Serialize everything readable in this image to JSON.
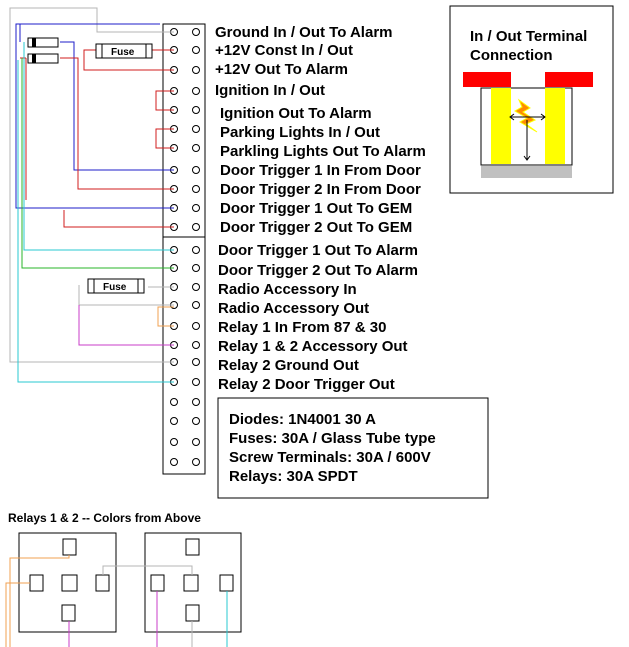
{
  "terminal_labels": [
    "Ground In / Out To Alarm",
    "+12V Const In / Out",
    "+12V Out To Alarm",
    "Ignition In / Out",
    "Ignition Out To Alarm",
    "Parking Lights In / Out",
    "Parkling Lights Out To Alarm",
    "Door Trigger 1 In From Door",
    "Door Trigger 2 In From Door",
    "Door Trigger 1 Out  To GEM",
    "Door Trigger 2 Out  To GEM",
    "Door Trigger 1 Out To Alarm",
    "Door Trigger 2 Out To Alarm",
    "Radio Accessory In",
    "Radio Accessory Out",
    "Relay 1 In From 87 & 30",
    "Relay 1 & 2  Accessory Out",
    "Relay 2 Ground Out",
    "Relay 2 Door Trigger Out"
  ],
  "fuse_labels": [
    "Fuse",
    "Fuse"
  ],
  "inset": {
    "title_line1": "In / Out Terminal",
    "title_line2": "Connection"
  },
  "specs": [
    "Diodes: 1N4001 30 A",
    "Fuses: 30A / Glass Tube type",
    "Screw Terminals: 30A / 600V",
    "Relays: 30A SPDT"
  ],
  "relays_caption": "Relays 1 & 2 -- Colors from Above",
  "colors": {
    "gray": "#b4b4b4",
    "red": "#d21e1e",
    "blue": "#1e1ec8",
    "green": "#28b428",
    "cyan": "#28c8d2",
    "orange": "#f0a050",
    "magenta": "#c83cc8",
    "bar_red": "#ff0000",
    "bar_yellow": "#ffff00",
    "bolt_orange": "#ff8c00"
  }
}
